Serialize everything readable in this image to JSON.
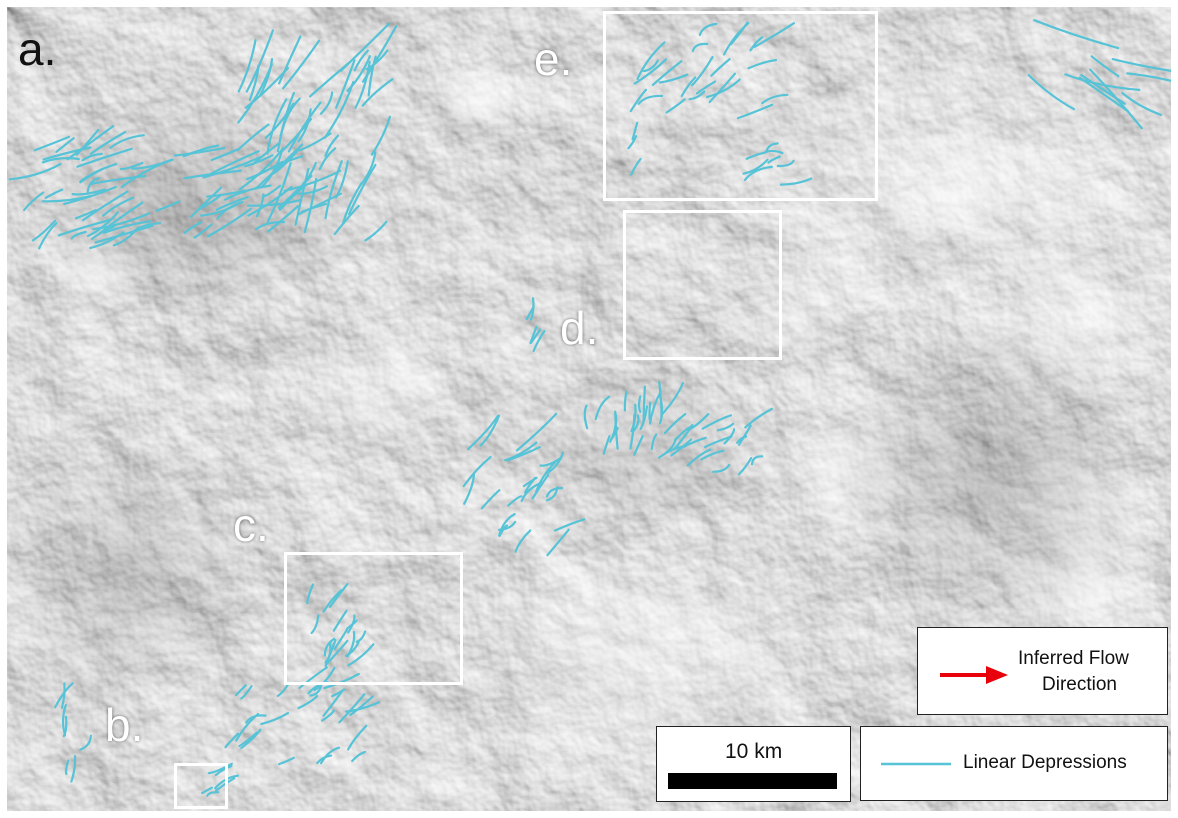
{
  "figure": {
    "panel_labels": {
      "a": "a.",
      "b": "b.",
      "c": "c.",
      "d": "d.",
      "e": "e."
    }
  },
  "legend": {
    "flow_label_line1": "Inferred Flow",
    "flow_label_line2": "Direction",
    "flow_symbol_color": "#e8000b",
    "depression_label": "Linear Depressions",
    "depression_symbol_color": "#57c3d6"
  },
  "scale_bar": {
    "label": "10 km",
    "value": 10,
    "unit": "km"
  },
  "colors": {
    "terrain_base": "#8d8d8d",
    "inset_box": "#ffffff",
    "depression_lines": "#57c3d6"
  }
}
